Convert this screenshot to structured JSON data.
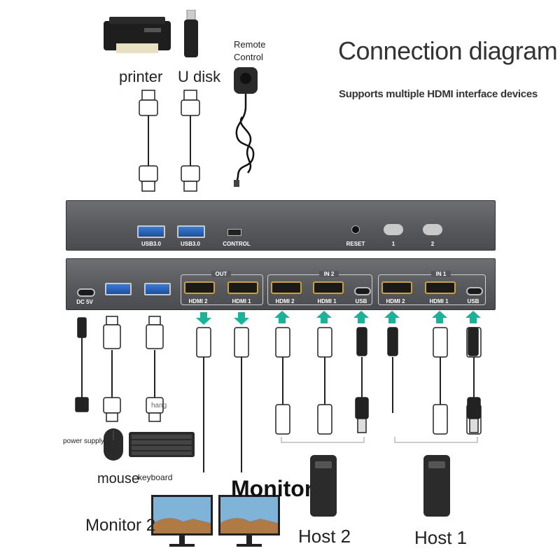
{
  "title": "Connection diagram",
  "subtitle": "Supports multiple HDMI interface devices",
  "top_devices": {
    "printer": "printer",
    "udisk": "U disk",
    "remote": [
      "Remote",
      "Control"
    ]
  },
  "rear_panel": {
    "usb1": "USB3.0",
    "usb2": "USB3.0",
    "control": "CONTROL",
    "reset": "RESET",
    "btn1": "1",
    "btn2": "2"
  },
  "front_panel": {
    "dc": "DC 5V",
    "out": "OUT",
    "in2": "IN 2",
    "in1": "IN 1",
    "out_hdmi2": "HDMI 2",
    "out_hdmi1": "HDMI 1",
    "in2_hdmi2": "HDMI 2",
    "in2_hdmi1": "HDMI 1",
    "in2_usb": "USB",
    "in1_hdmi2": "HDMI 2",
    "in1_hdmi1": "HDMI 1",
    "in1_usb": "USB"
  },
  "bottom": {
    "power": "power supply",
    "mouse": "mouse",
    "keyboard": "keyboard",
    "hang": "hang",
    "monitor1": "Monitor 1",
    "monitor2": "Monitor 2",
    "host2": "Host 2",
    "host1": "Host 1"
  },
  "colors": {
    "arrow": "#19b39a",
    "hdmi_port": "#c9a23c",
    "usb_port": "#3a7bd5",
    "panel": "#5a5c60"
  }
}
